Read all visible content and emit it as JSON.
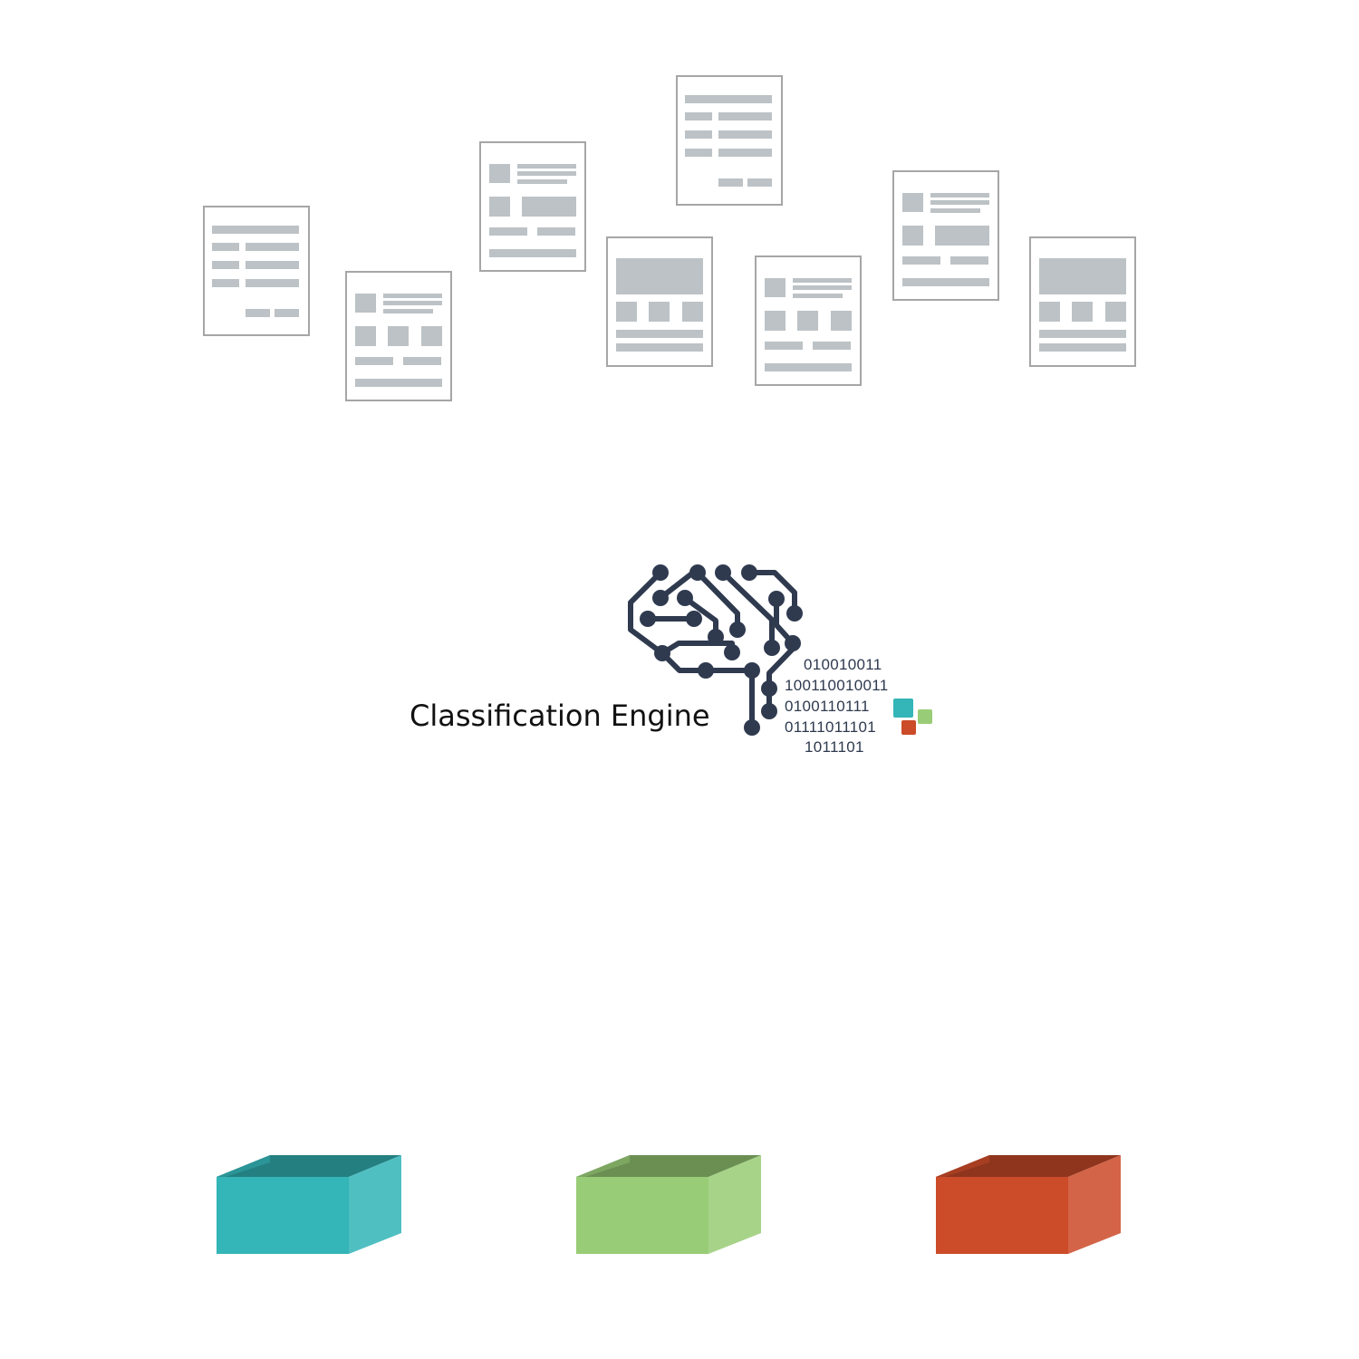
{
  "engine": {
    "label": "Classification Engine",
    "binary_lines": [
      "010010011",
      "100110010011",
      "0100110111",
      "01111011101",
      "1011101"
    ]
  },
  "colors": {
    "doc_border": "#a6a6a6",
    "doc_fill": "#bcc2c5",
    "brain": "#2f3a4f",
    "teal": "#34b5b8",
    "green": "#99cc76",
    "orange": "#cc4b29"
  },
  "documents": [
    {
      "layout": "text-lines"
    },
    {
      "layout": "thumb-header"
    },
    {
      "layout": "thumb-header-wide"
    },
    {
      "layout": "text-lines"
    },
    {
      "layout": "banner"
    },
    {
      "layout": "thumb-header"
    },
    {
      "layout": "thumb-header-wide"
    },
    {
      "layout": "banner"
    }
  ],
  "bins": [
    {
      "color_key": "teal"
    },
    {
      "color_key": "green"
    },
    {
      "color_key": "orange"
    }
  ]
}
